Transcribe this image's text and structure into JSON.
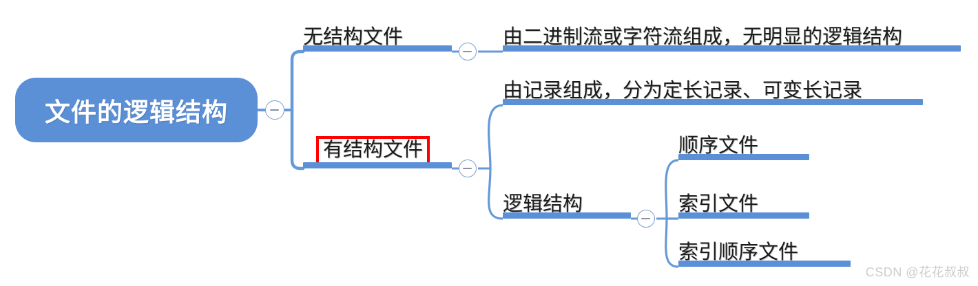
{
  "diagram": {
    "type": "mindmap",
    "title": "文件的逻辑结构",
    "watermark": "CSDN @花花叔叔",
    "colors": {
      "node_blue": "#5b8fd6",
      "edge_blue": "#6699d8",
      "highlight_red": "#ff0000",
      "text_dark": "#1b1b1b",
      "root_text": "#ffffff",
      "watermark_gray": "#cdcdcd",
      "background": "#ffffff"
    },
    "root": {
      "label": "文件的逻辑结构",
      "toggle": "collapse-minus-icon"
    },
    "nodes": {
      "unstructured_file": {
        "label": "无结构文件",
        "toggle": "collapse-minus-icon"
      },
      "unstructured_desc": {
        "label": "由二进制流或字符流组成，无明显的逻辑结构"
      },
      "structured_desc": {
        "label": "由记录组成，分为定长记录、可变长记录"
      },
      "structured_file": {
        "label": "有结构文件",
        "toggle": "collapse-minus-icon",
        "highlighted": true
      },
      "logical_structure": {
        "label": "逻辑结构",
        "toggle": "collapse-minus-icon"
      },
      "sequential_file": {
        "label": "顺序文件"
      },
      "index_file": {
        "label": "索引文件"
      },
      "index_sequential_file": {
        "label": "索引顺序文件"
      }
    }
  }
}
